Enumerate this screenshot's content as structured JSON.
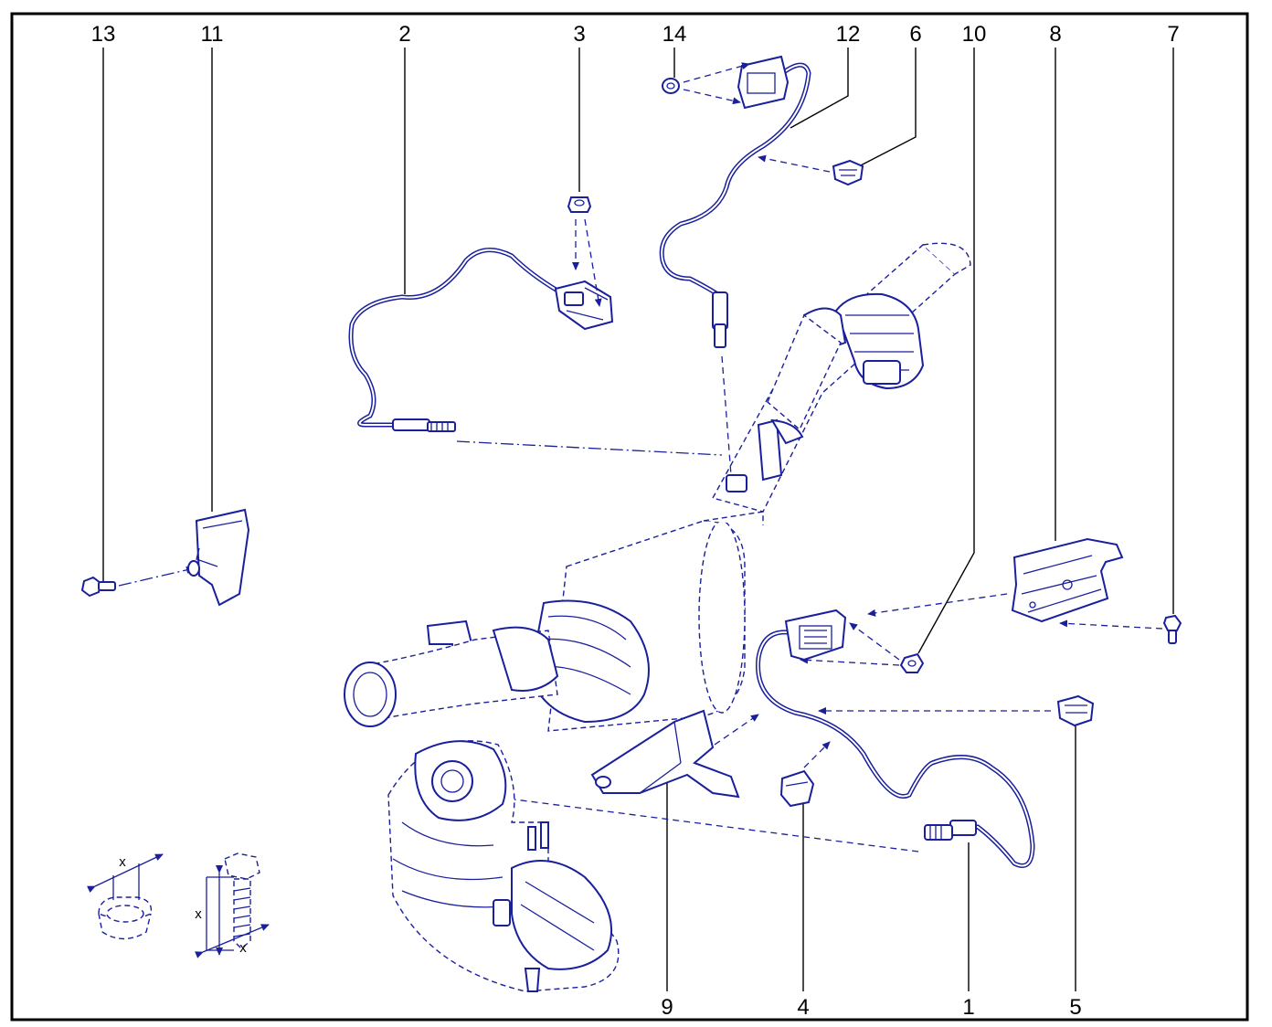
{
  "diagram": {
    "callouts": [
      {
        "id": "13",
        "label": "13"
      },
      {
        "id": "11",
        "label": "11"
      },
      {
        "id": "2",
        "label": "2"
      },
      {
        "id": "3",
        "label": "3"
      },
      {
        "id": "14",
        "label": "14"
      },
      {
        "id": "12",
        "label": "12"
      },
      {
        "id": "6",
        "label": "6"
      },
      {
        "id": "10",
        "label": "10"
      },
      {
        "id": "8",
        "label": "8"
      },
      {
        "id": "7",
        "label": "7"
      },
      {
        "id": "9",
        "label": "9"
      },
      {
        "id": "4",
        "label": "4"
      },
      {
        "id": "1",
        "label": "1"
      },
      {
        "id": "5",
        "label": "5"
      }
    ],
    "dimension_symbol": "x",
    "colors": {
      "line_art": "#1a1f9c",
      "callout_text": "#000000",
      "frame": "#000000",
      "background": "#ffffff"
    }
  }
}
